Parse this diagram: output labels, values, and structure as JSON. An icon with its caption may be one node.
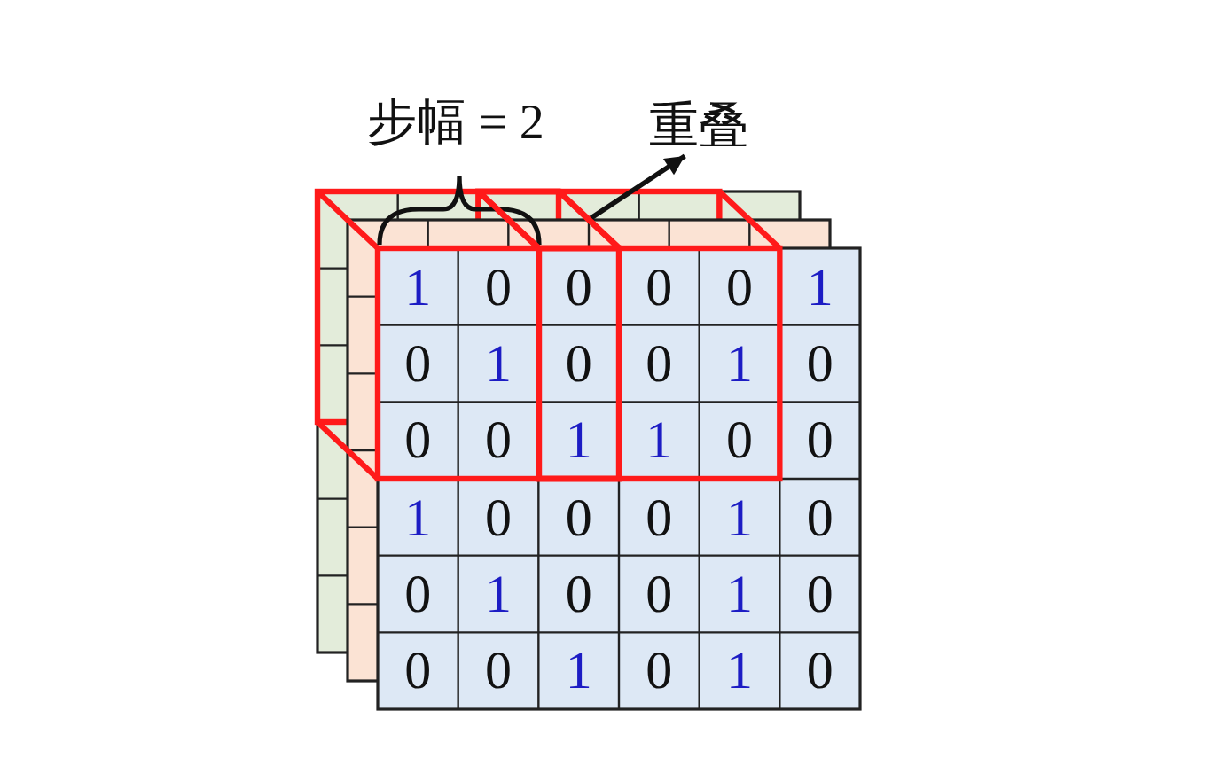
{
  "diagram": {
    "nodes": [
      {
        "text": [
          "重叠"
        ]
      },
      {
        "text": [],
        "shape": "box"
      }
    ],
    "edges": [
      {
        "from": 1,
        "to": 0,
        "arrow": "to"
      }
    ],
    "labels": [
      "步幅 = 2",
      "1",
      "0",
      "0",
      "0",
      "0",
      "1",
      "0",
      "1",
      "0",
      "0",
      "1",
      "0",
      "0",
      "0",
      "1",
      "1",
      "0",
      "0",
      "1",
      "0",
      "0",
      "0",
      "1",
      "0",
      "0",
      "1",
      "0",
      "0",
      "1",
      "0",
      "0",
      "0",
      "1",
      "0",
      "1",
      "0"
    ]
  }
}
